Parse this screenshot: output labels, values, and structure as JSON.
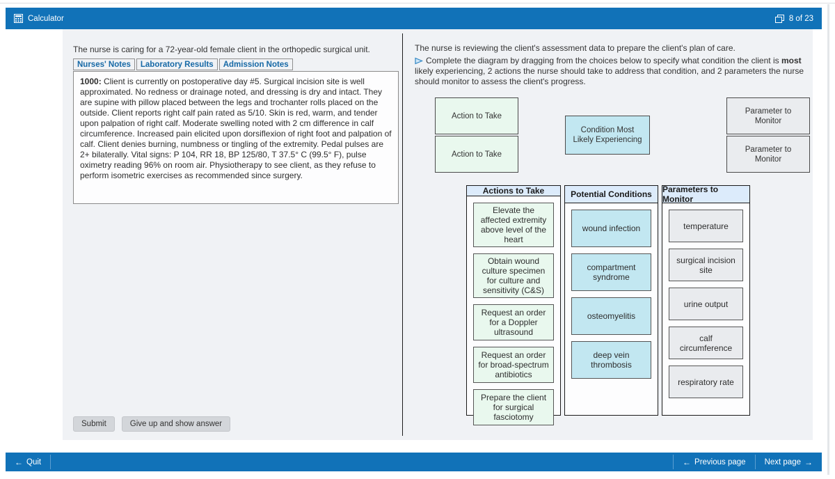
{
  "titlebar": {
    "calculator_label": "Calculator",
    "page_indicator": "8 of 23"
  },
  "case_panel": {
    "intro": "The nurse is caring for a 72-year-old female client in the orthopedic surgical unit.",
    "tabs": [
      {
        "label": "Nurses' Notes"
      },
      {
        "label": "Laboratory Results"
      },
      {
        "label": "Admission Notes"
      }
    ],
    "note": {
      "time": "1000:",
      "body": " Client is currently on postoperative day #5. Surgical incision site is well approximated. No redness or drainage noted, and dressing is dry and intact. They are supine with pillow placed between the legs and trochanter rolls placed on the outside. Client reports right calf pain rated as 5/10. Skin is red, warm, and tender upon palpation of right calf. Moderate swelling noted with 2 cm difference in calf circumference. Increased pain elicited upon dorsiflexion of right foot and palpation of calf. Client denies burning, numbness or tingling of the extremity. Pedal pulses are 2+ bilaterally. Vital signs: P 104, RR 18, BP 125/80, T 37.5° C (99.5° F), pulse oximetry reading 96% on room air. Physiotherapy to see client, as they refuse to perform isometric exercises as recommended since surgery."
    },
    "submit_label": "Submit",
    "give_up_label": "Give up and show answer"
  },
  "question_panel": {
    "intro": "The nurse is reviewing the client's assessment data to prepare the client's plan of care.",
    "instruction": {
      "pre": "Complete the diagram by dragging from the choices below to specify what condition the client is ",
      "bold": "most",
      "post": " likely experiencing, 2 actions the nurse should take to address that condition, and 2 parameters the nurse should monitor to assess the client's progress."
    },
    "diagram": {
      "action_slot": "Action to Take",
      "condition_slot": "Condition Most Likely Experiencing",
      "parameter_slot": "Parameter to Monitor"
    },
    "choices": {
      "actions_header": "Actions to Take",
      "actions": [
        "Elevate the affected extremity above level of the heart",
        "Obtain wound culture specimen for culture and sensitivity (C&S)",
        "Request an order for a Doppler ultrasound",
        "Request an order for broad-spectrum antibiotics",
        "Prepare the client for surgical fasciotomy"
      ],
      "conditions_header": "Potential Conditions",
      "conditions": [
        "wound infection",
        "compartment syndrome",
        "osteomyelitis",
        "deep vein thrombosis"
      ],
      "parameters_header": "Parameters to Monitor",
      "parameters": [
        "temperature",
        "surgical incision site",
        "urine output",
        "calf circumference",
        "respiratory rate"
      ]
    }
  },
  "footer": {
    "quit_label": "Quit",
    "previous_label": "Previous page",
    "next_label": "Next page"
  },
  "colors": {
    "bar_blue": "#1172b8",
    "panel_gray": "#f0f2f5",
    "action_green": "#e9f8ee",
    "condition_cyan": "#c2e7f1",
    "parameter_gray": "#e9ebee",
    "header_blue": "#dcebfb",
    "link_blue": "#1669a6"
  }
}
